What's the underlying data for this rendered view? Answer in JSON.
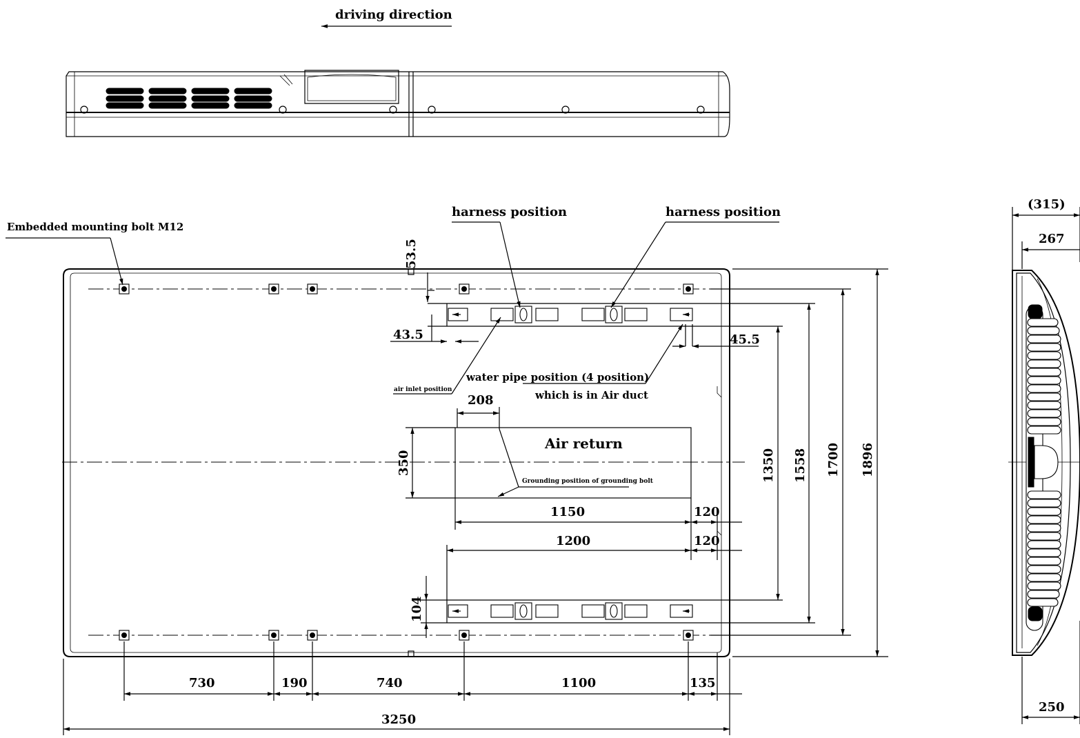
{
  "labels": {
    "driving_direction": "driving direction",
    "embedded_bolt": "Embedded mounting bolt M12",
    "harness_1": "harness position",
    "harness_2": "harness position",
    "air_inlet": "air inlet position",
    "water_pipe_1": "water pipe position (4 position)",
    "water_pipe_2": "which is in Air duct",
    "air_return": "Air return",
    "grounding": "Grounding position of grounding bolt"
  },
  "dimensions": {
    "d53_5": "53.5",
    "d43_5": "43.5",
    "d45_5": "45.5",
    "d208": "208",
    "d350": "350",
    "d1150": "1150",
    "d1200": "1200",
    "d120a": "120",
    "d120b": "120",
    "d104": "104",
    "d730": "730",
    "d190": "190",
    "d740": "740",
    "d1100": "1100",
    "d135": "135",
    "d3250": "3250",
    "d1350": "1350",
    "d1558": "1558",
    "d1700": "1700",
    "d1896": "1896",
    "d315": "(315)",
    "d267": "267",
    "d250": "250"
  }
}
